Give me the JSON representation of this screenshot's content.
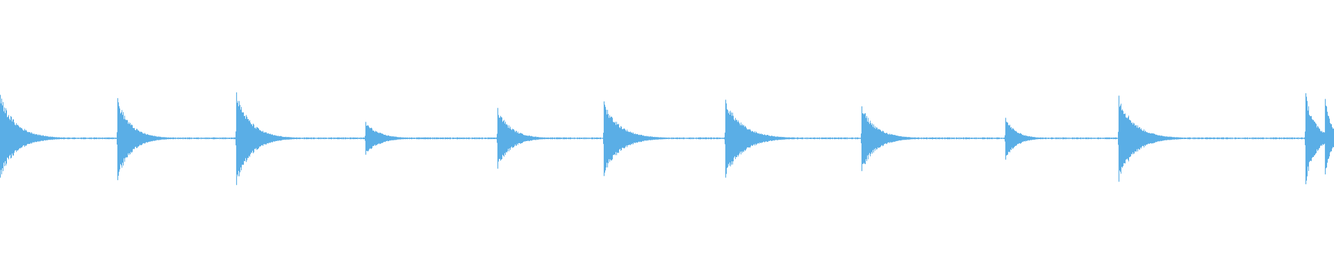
{
  "waveform": {
    "color": "#5aaee6",
    "background": "#ffffff",
    "baseline_level": 0.012,
    "transients": [
      {
        "time": 0.0,
        "peak_pos": 0.53,
        "peak_neg": 0.48,
        "decay": 0.012
      },
      {
        "time": 0.088,
        "peak_pos": 0.49,
        "peak_neg": 0.51,
        "decay": 0.01
      },
      {
        "time": 0.177,
        "peak_pos": 0.56,
        "peak_neg": 0.57,
        "decay": 0.011
      },
      {
        "time": 0.274,
        "peak_pos": 0.2,
        "peak_neg": 0.2,
        "decay": 0.01
      },
      {
        "time": 0.373,
        "peak_pos": 0.37,
        "peak_neg": 0.37,
        "decay": 0.01
      },
      {
        "time": 0.453,
        "peak_pos": 0.45,
        "peak_neg": 0.46,
        "decay": 0.012
      },
      {
        "time": 0.544,
        "peak_pos": 0.47,
        "peak_neg": 0.48,
        "decay": 0.013
      },
      {
        "time": 0.646,
        "peak_pos": 0.39,
        "peak_neg": 0.4,
        "decay": 0.011
      },
      {
        "time": 0.754,
        "peak_pos": 0.25,
        "peak_neg": 0.26,
        "decay": 0.008
      },
      {
        "time": 0.839,
        "peak_pos": 0.52,
        "peak_neg": 0.53,
        "decay": 0.012
      },
      {
        "time": 0.979,
        "peak_pos": 0.55,
        "peak_neg": 0.56,
        "decay": 0.007
      },
      {
        "time": 0.994,
        "peak_pos": 0.48,
        "peak_neg": 0.44,
        "decay": 0.005
      }
    ]
  }
}
